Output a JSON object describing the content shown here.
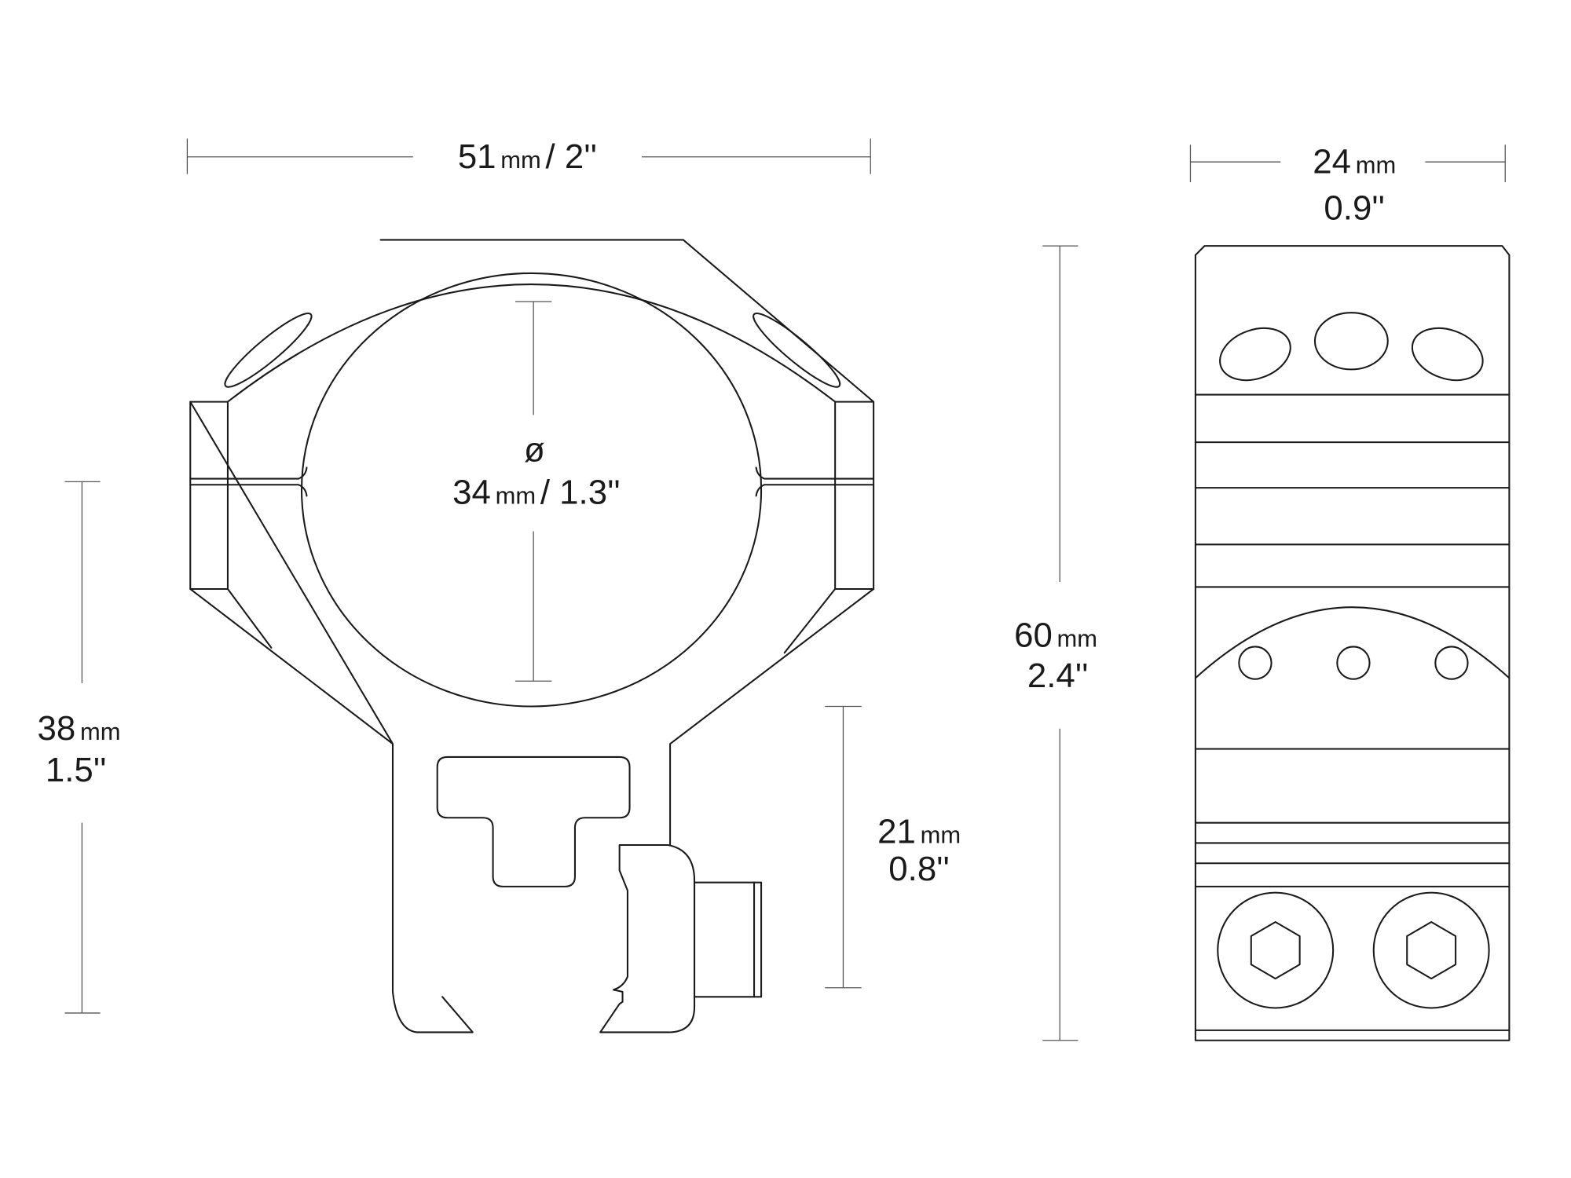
{
  "front_view": {
    "width": {
      "value": "51",
      "unit": "mm",
      "imperial": "/ 2''"
    },
    "diameter": {
      "symbol": "ø",
      "value": "34",
      "unit": "mm",
      "imperial": "/ 1.3''"
    },
    "total_height": {
      "value": "38",
      "unit": "mm",
      "imperial": "1.5''"
    },
    "center_height": {
      "value": "21",
      "unit": "mm",
      "imperial": "0.8''"
    }
  },
  "side_view": {
    "width": {
      "value": "24",
      "unit": "mm",
      "imperial": "0.9''"
    },
    "height": {
      "value": "60",
      "unit": "mm",
      "imperial": "2.4''"
    }
  }
}
